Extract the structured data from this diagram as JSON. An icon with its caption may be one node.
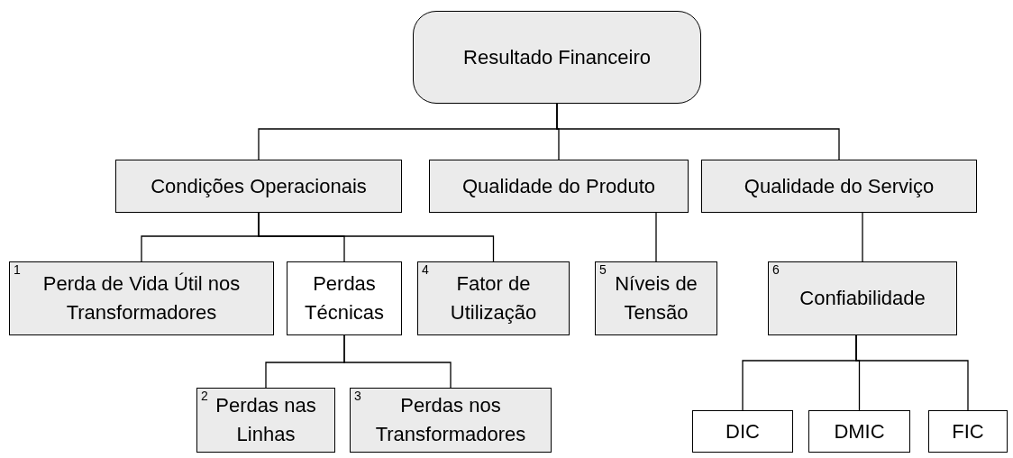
{
  "diagram": {
    "nodes": [
      {
        "text": [
          "Resultado Financeiro"
        ]
      },
      {
        "text": [
          "Condições Operacionais"
        ]
      },
      {
        "text": [
          "Qualidade do Produto"
        ]
      },
      {
        "text": [
          "Qualidade do Serviço"
        ]
      },
      {
        "text": [
          "1",
          "Perda de Vida Útil nos Transformadores"
        ]
      },
      {
        "text": [
          "Perdas Técnicas"
        ]
      },
      {
        "text": [
          "4",
          "Fator de Utilização"
        ]
      },
      {
        "text": [
          "5",
          "Níveis de Tensão"
        ]
      },
      {
        "text": [
          "6",
          "Confiabilidade"
        ]
      },
      {
        "text": [
          "2",
          "Perdas nas Linhas"
        ]
      },
      {
        "text": [
          "3",
          "Perdas nos Transformadores"
        ]
      },
      {
        "text": [
          "DIC"
        ]
      },
      {
        "text": [
          "DMIC"
        ]
      },
      {
        "text": [
          "FIC"
        ]
      }
    ],
    "edges": [
      {
        "from": 0,
        "to": 1,
        "arrow": "none"
      },
      {
        "from": 0,
        "to": 2,
        "arrow": "none"
      },
      {
        "from": 0,
        "to": 3,
        "arrow": "none"
      },
      {
        "from": 1,
        "to": 4,
        "arrow": "none"
      },
      {
        "from": 1,
        "to": 5,
        "arrow": "none"
      },
      {
        "from": 1,
        "to": 6,
        "arrow": "none"
      },
      {
        "from": 2,
        "to": 7,
        "arrow": "none"
      },
      {
        "from": 3,
        "to": 8,
        "arrow": "none"
      },
      {
        "from": 5,
        "to": 9,
        "arrow": "none"
      },
      {
        "from": 5,
        "to": 10,
        "arrow": "none"
      },
      {
        "from": 8,
        "to": 11,
        "arrow": "none"
      },
      {
        "from": 8,
        "to": 12,
        "arrow": "none"
      },
      {
        "from": 8,
        "to": 13,
        "arrow": "none"
      }
    ]
  }
}
